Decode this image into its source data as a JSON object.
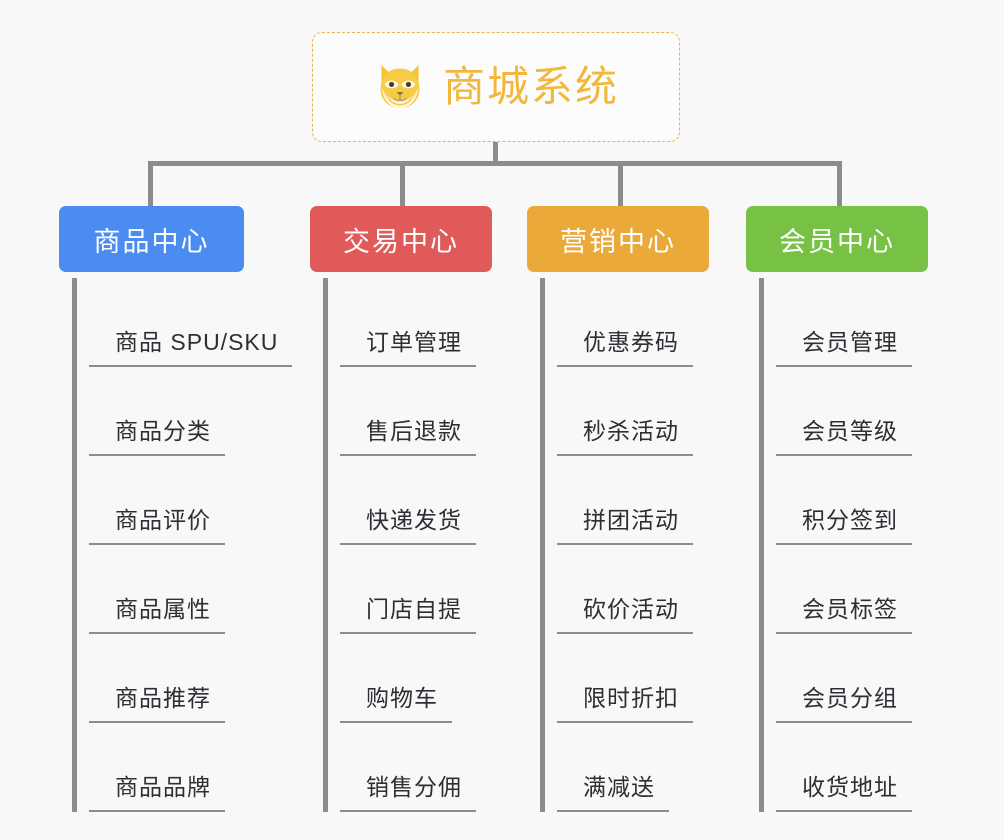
{
  "diagram": {
    "type": "org-chart",
    "background_color": "#f8f8f8",
    "root": {
      "title": "商城系统",
      "icon": "shiba-dog-face-icon",
      "border_color": "#e8b44a",
      "text_color": "#f2b73d"
    },
    "connector_color": "#8c8c8c",
    "branches": [
      {
        "label": "商品中心",
        "color": "#4a8cf0",
        "items": [
          "商品 SPU/SKU",
          "商品分类",
          "商品评价",
          "商品属性",
          "商品推荐",
          "商品品牌"
        ]
      },
      {
        "label": "交易中心",
        "color": "#e05a5a",
        "items": [
          "订单管理",
          "售后退款",
          "快递发货",
          "门店自提",
          "购物车",
          "销售分佣"
        ]
      },
      {
        "label": "营销中心",
        "color": "#eaa939",
        "items": [
          "优惠券码",
          "秒杀活动",
          "拼团活动",
          "砍价活动",
          "限时折扣",
          "满减送"
        ]
      },
      {
        "label": "会员中心",
        "color": "#77c244",
        "items": [
          "会员管理",
          "会员等级",
          "积分签到",
          "会员标签",
          "会员分组",
          "收货地址"
        ]
      }
    ]
  }
}
